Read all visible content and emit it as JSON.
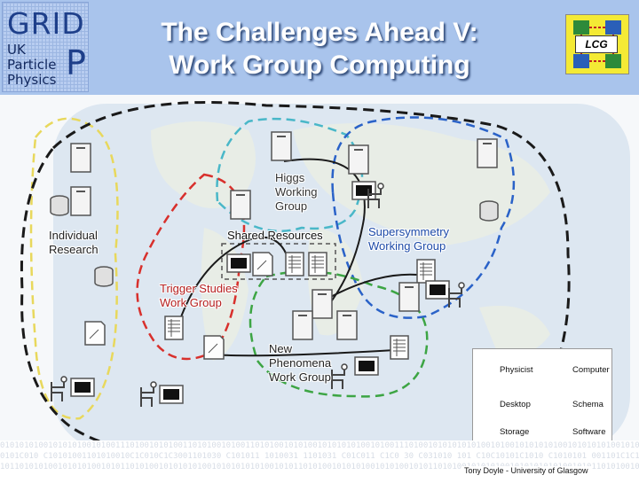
{
  "header": {
    "title_line1": "The Challenges Ahead V:",
    "title_line2": "Work Group Computing",
    "logo_left": {
      "word1": "GRID",
      "word2": "UK",
      "word3": "Particle",
      "word4": "Physics",
      "letter": "P"
    },
    "logo_right": {
      "label": "LCG"
    }
  },
  "diagram": {
    "labels": {
      "individual": "Individual\nResearch",
      "higgs": "Higgs\nWorking\nGroup",
      "shared": "Shared Resources",
      "susy": "Supersymmetry\nWorking Group",
      "trigger": "Trigger Studies\nWork Group",
      "newphen": "New\nPhenomena\nWork Group"
    },
    "colors": {
      "outer": "#1a1a1a",
      "individual": "#e8d85c",
      "higgs": "#49b7c8",
      "susy": "#2a62c8",
      "trigger": "#d8302c",
      "newphen": "#3da544",
      "shared": "#555555"
    },
    "icons": [
      "computer-icon",
      "physicist-icon",
      "desktop-icon",
      "schema-icon",
      "storage-icon",
      "software-icon"
    ]
  },
  "legend": {
    "physicist": "Physicist",
    "computer": "Computer",
    "desktop": "Desktop",
    "schema": "Schema",
    "storage": "Storage",
    "software": "Software"
  },
  "footer": {
    "credit": "Tony Doyle - University of Glasgow",
    "binary_line1": "0101010100101010100101001110100101010011010100101001101010010101001010101010010100111010010101010101001010010101010100101010101001010011101001010101001",
    "binary_line2": "0101C010 C10101001101010010C1C010C1C3001101030 C101011 1010031 1101031 C01C011 C1C0 30 C031010 101 C10C10101C1010 C1010101 001101C1C1010 101010 01",
    "binary_line3": "1011010101001010101001010110101001010101010010101010101001010110101001010101001010100101011010100101010100101010101010010101101010010101"
  }
}
